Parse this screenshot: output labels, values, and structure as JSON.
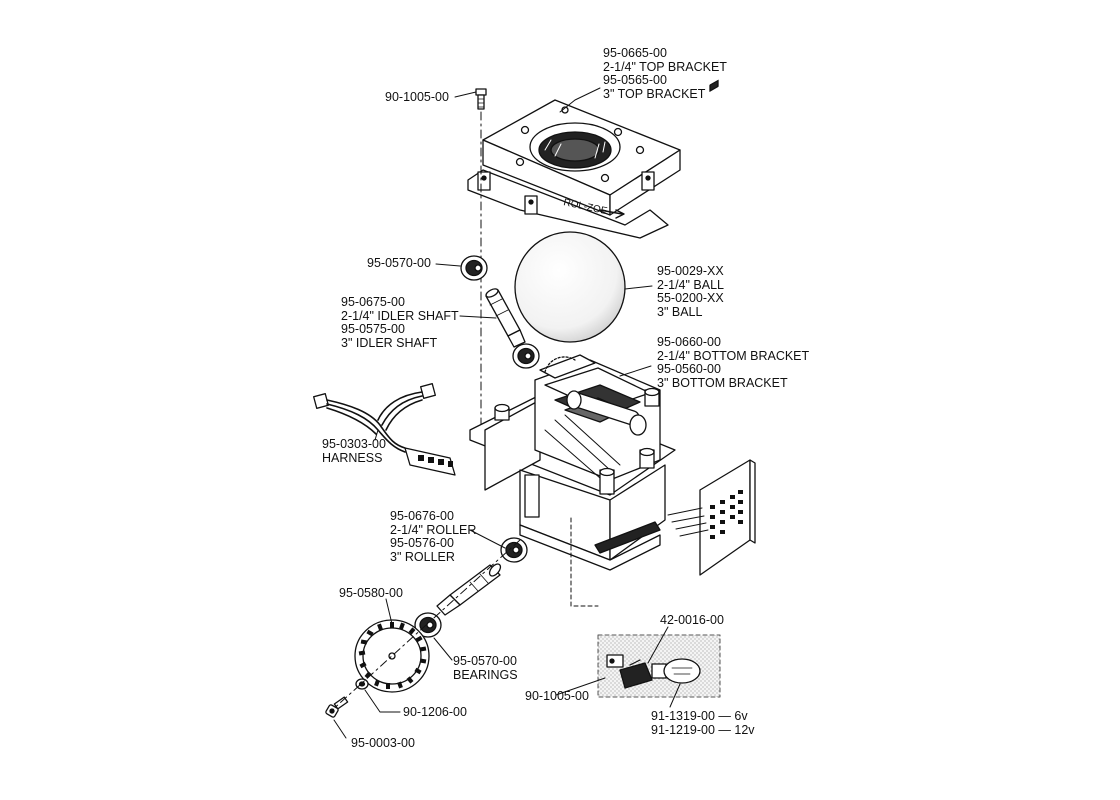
{
  "diagram": {
    "callouts": [
      {
        "id": "top-bracket",
        "lines": [
          "95-0665-00",
          "2-1/4\" TOP BRACKET",
          "95-0565-00",
          "3\" TOP BRACKET"
        ]
      },
      {
        "id": "screw-top",
        "lines": [
          "90-1005-00"
        ]
      },
      {
        "id": "bearing-top",
        "lines": [
          "95-0570-00"
        ]
      },
      {
        "id": "ball",
        "lines": [
          "95-0029-XX",
          "2-1/4\" BALL",
          "55-0200-XX",
          "3\" BALL"
        ]
      },
      {
        "id": "idler-shaft",
        "lines": [
          "95-0675-00",
          "2-1/4\" IDLER SHAFT",
          "95-0575-00",
          "3\" IDLER SHAFT"
        ]
      },
      {
        "id": "bottom-bracket",
        "lines": [
          "95-0660-00",
          "2-1/4\" BOTTOM BRACKET",
          "95-0560-00",
          "3\" BOTTOM BRACKET"
        ]
      },
      {
        "id": "harness",
        "lines": [
          "95-0303-00",
          "HARNESS"
        ]
      },
      {
        "id": "roller",
        "lines": [
          "95-0676-00",
          "2-1/4\" ROLLER",
          "95-0576-00",
          "3\" ROLLER"
        ]
      },
      {
        "id": "encoder-wheel",
        "lines": [
          "95-0580-00"
        ]
      },
      {
        "id": "lamp-socket",
        "lines": [
          "42-0016-00"
        ]
      },
      {
        "id": "bearings",
        "lines": [
          "95-0570-00",
          "BEARINGS"
        ]
      },
      {
        "id": "screw-lamp",
        "lines": [
          "90-1005-00"
        ]
      },
      {
        "id": "washer",
        "lines": [
          "90-1206-00"
        ]
      },
      {
        "id": "lamps",
        "lines": [
          "91-1319-00 — 6v",
          "91-1219-00 — 12v"
        ]
      },
      {
        "id": "set-screw",
        "lines": [
          "95-0003-00"
        ]
      }
    ],
    "engraving": "ROL-ZOE"
  }
}
